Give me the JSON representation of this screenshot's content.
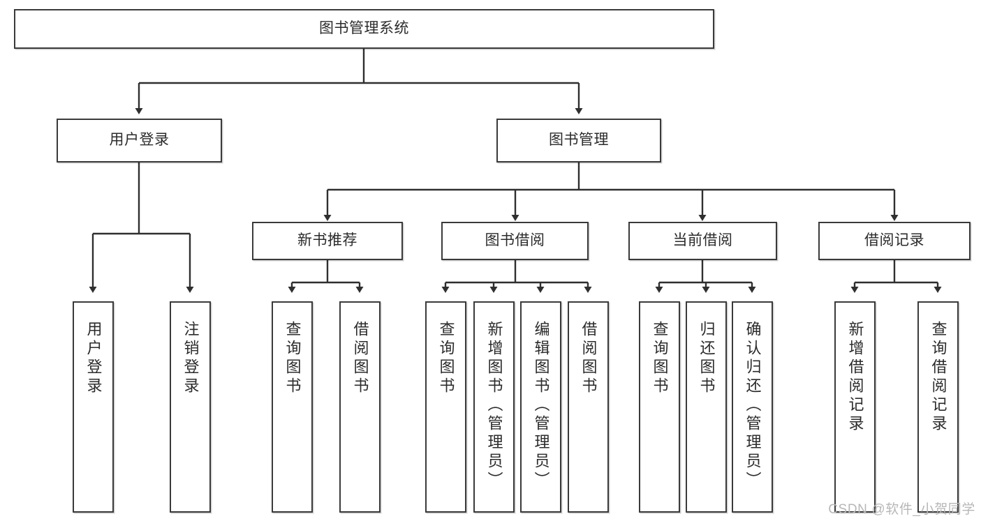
{
  "diagram": {
    "type": "tree-hierarchy-diagram",
    "title_node": {
      "label": "图书管理系统"
    },
    "level1": [
      {
        "label": "用户登录"
      },
      {
        "label": "图书管理"
      }
    ],
    "level2": [
      {
        "label": "新书推荐"
      },
      {
        "label": "图书借阅"
      },
      {
        "label": "当前借阅"
      },
      {
        "label": "借阅记录"
      }
    ],
    "leaves": {
      "user_login": [
        {
          "label": "用户登录"
        },
        {
          "label": "注销登录"
        }
      ],
      "new_book_recommend": [
        {
          "label": "查询图书"
        },
        {
          "label": "借阅图书"
        }
      ],
      "book_borrow": [
        {
          "label": "查询图书"
        },
        {
          "label": "新增图书（管理员）"
        },
        {
          "label": "编辑图书（管理员）"
        },
        {
          "label": "借阅图书"
        }
      ],
      "current_borrow": [
        {
          "label": "查询图书"
        },
        {
          "label": "归还图书"
        },
        {
          "label": "确认归还（管理员）"
        }
      ],
      "borrow_record": [
        {
          "label": "新增借阅记录"
        },
        {
          "label": "查询借阅记录"
        }
      ]
    },
    "watermark": "CSDN @软件_小贺同学",
    "colors": {
      "stroke": "#3a3a3a",
      "text": "#2b2b2b",
      "background": "#ffffff",
      "watermark": "#b7b7b7"
    }
  }
}
